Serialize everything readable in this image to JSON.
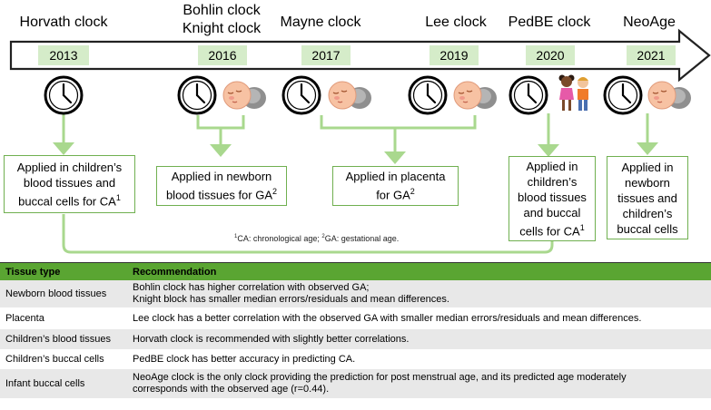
{
  "clocks": [
    {
      "name_lines": [
        "Horvath clock"
      ],
      "year": "2013"
    },
    {
      "name_lines": [
        "Bohlin clock",
        "Knight clock"
      ],
      "year": "2016"
    },
    {
      "name_lines": [
        "Mayne clock"
      ],
      "year": "2017"
    },
    {
      "name_lines": [
        "Lee clock"
      ],
      "year": "2019"
    },
    {
      "name_lines": [
        "PedBE clock"
      ],
      "year": "2020"
    },
    {
      "name_lines": [
        "NeoAge"
      ],
      "year": "2021"
    }
  ],
  "applications": [
    {
      "lines": [
        "Applied in children’s",
        "blood tissues and",
        "buccal cells for CA"
      ],
      "sup": "1"
    },
    {
      "lines": [
        "Applied in newborn",
        "blood tissues for GA"
      ],
      "sup": "2"
    },
    {
      "lines": [
        "Applied in placenta",
        "for GA"
      ],
      "sup": "2"
    },
    {
      "lines": [
        "Applied in",
        "children’s",
        "blood tissues",
        "and buccal",
        "cells for CA"
      ],
      "sup": "1"
    },
    {
      "lines": [
        "Applied in",
        "newborn",
        "tissues and",
        "children’s",
        "buccal cells"
      ],
      "sup": ""
    }
  ],
  "footnote": {
    "sup1": "1",
    "text1": "CA: chronological age; ",
    "sup2": "2",
    "text2": "GA: gestational age."
  },
  "colors": {
    "arrow_green": "#a9d88e",
    "box_border": "#70b050",
    "year_bg": "#d5ecc9",
    "header_bg": "#5aa532"
  },
  "table": {
    "headers": [
      "Tissue type",
      "Recommendation"
    ],
    "rows": [
      {
        "tissue": "Newborn blood tissues",
        "rec_lines": [
          "Bohlin clock has higher correlation with observed GA;",
          "Knight block has smaller median errors/residuals and mean differences."
        ]
      },
      {
        "tissue": "Placenta",
        "rec_lines": [
          "Lee clock has a better correlation with the observed GA with smaller median errors/residuals and mean differences."
        ]
      },
      {
        "tissue": "Children’s blood tissues",
        "rec_lines": [
          "Horvath clock is recommended with slightly better correlations."
        ]
      },
      {
        "tissue": "Children’s buccal cells",
        "rec_lines": [
          "PedBE clock has better accuracy in predicting CA."
        ]
      },
      {
        "tissue": "Infant buccal cells",
        "rec_lines": [
          "NeoAge clock is the only clock providing the prediction for post menstrual age, and its predicted age moderately",
          "corresponds with the observed age (r=0.44)."
        ]
      }
    ]
  }
}
